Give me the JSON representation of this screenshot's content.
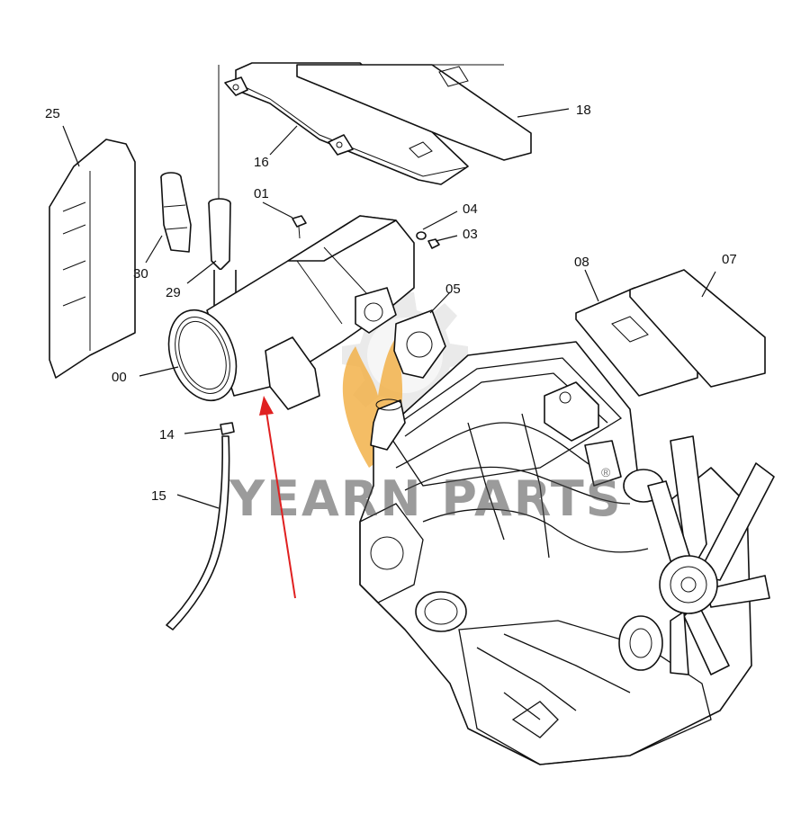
{
  "watermark": {
    "brand": "YEARN PARTS",
    "registered_mark": "®",
    "gear_color": "#e8e8e8",
    "flame_color": "#f2b24a"
  },
  "arrow": {
    "color": "#e02020",
    "target_part": "00"
  },
  "callouts": [
    "25",
    "30",
    "29",
    "00",
    "16",
    "18",
    "01",
    "04",
    "03",
    "05",
    "08",
    "07",
    "14",
    "15"
  ]
}
